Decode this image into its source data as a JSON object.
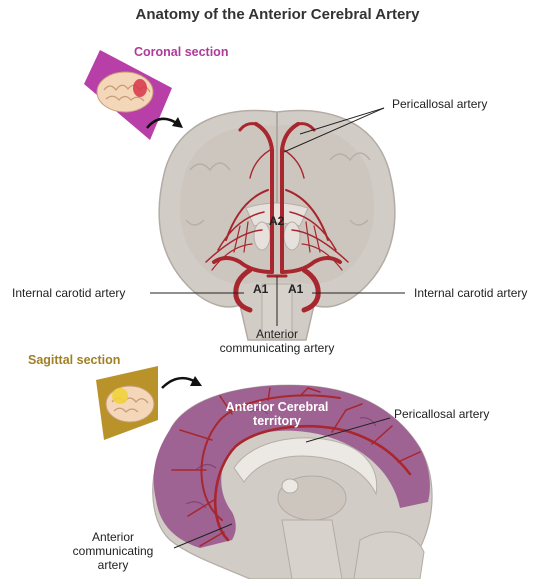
{
  "title": "Anatomy of the Anterior Cerebral Artery",
  "coronal": {
    "section_label": "Coronal section",
    "pericallosal_label": "Pericallosal artery",
    "a2_label": "A2",
    "a1_left_label": "A1",
    "a1_right_label": "A1",
    "ica_left_label": "Internal carotid artery",
    "ica_right_label": "Internal carotid artery",
    "acomm_line1": "Anterior",
    "acomm_line2": "communicating artery"
  },
  "sagittal": {
    "section_label": "Sagittal section",
    "territory_line1": "Anterior Cerebral",
    "territory_line2": "territory",
    "pericallosal_label": "Pericallosal artery",
    "acomm_line1": "Anterior",
    "acomm_line2": "communicating",
    "acomm_line3": "artery"
  },
  "colors": {
    "artery": "#a8262d",
    "brain_tissue": "#d2ccc6",
    "territory": "#9a5a8e",
    "coronal_plane": "#b83ea8",
    "sagittal_plane": "#b9932a"
  }
}
